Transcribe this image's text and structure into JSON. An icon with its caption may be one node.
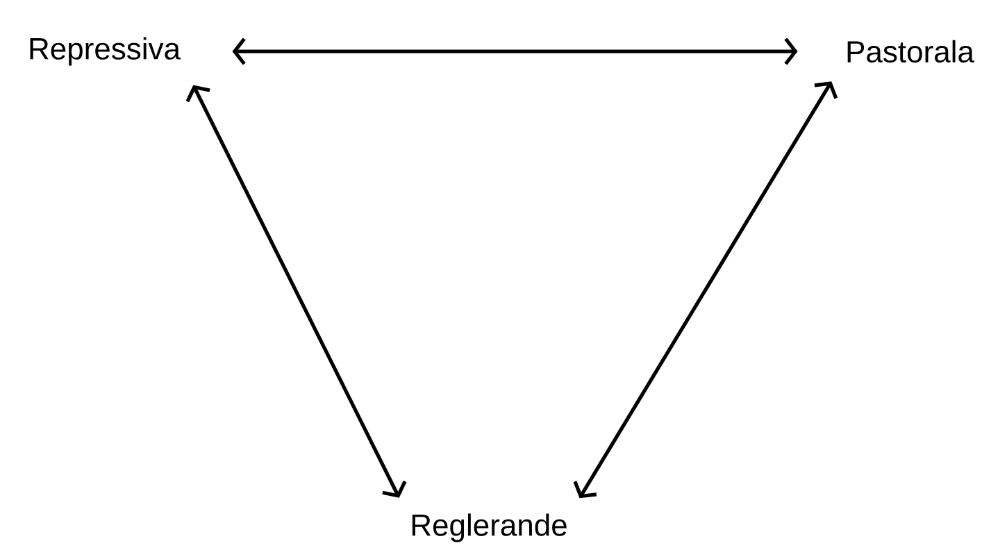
{
  "diagram": {
    "nodes": [
      {
        "text": [
          "Repressiva"
        ]
      },
      {
        "text": [
          "Pastorala"
        ]
      },
      {
        "text": [
          "Reglerande"
        ]
      }
    ],
    "edges": [
      {
        "from": 0,
        "to": 1,
        "arrow": "both"
      },
      {
        "from": 0,
        "to": 2,
        "arrow": "both"
      },
      {
        "from": 1,
        "to": 2,
        "arrow": "both"
      }
    ]
  }
}
